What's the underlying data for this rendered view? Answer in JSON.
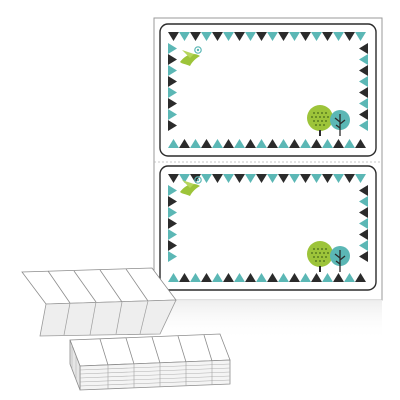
{
  "product": {
    "label_count_on_sheet": 2,
    "label_theme": "bird-and-trees",
    "border_pattern": "triangle-zigzag",
    "icons": [
      "bird-icon",
      "tree-icon",
      "round-tree-icon"
    ],
    "colors": {
      "teal": "#5bb7b5",
      "dark": "#2b2b2b",
      "lime": "#9dc43a",
      "sheet_outline": "#9a9a9a",
      "fanfold_outline": "#8c8c8c"
    }
  }
}
